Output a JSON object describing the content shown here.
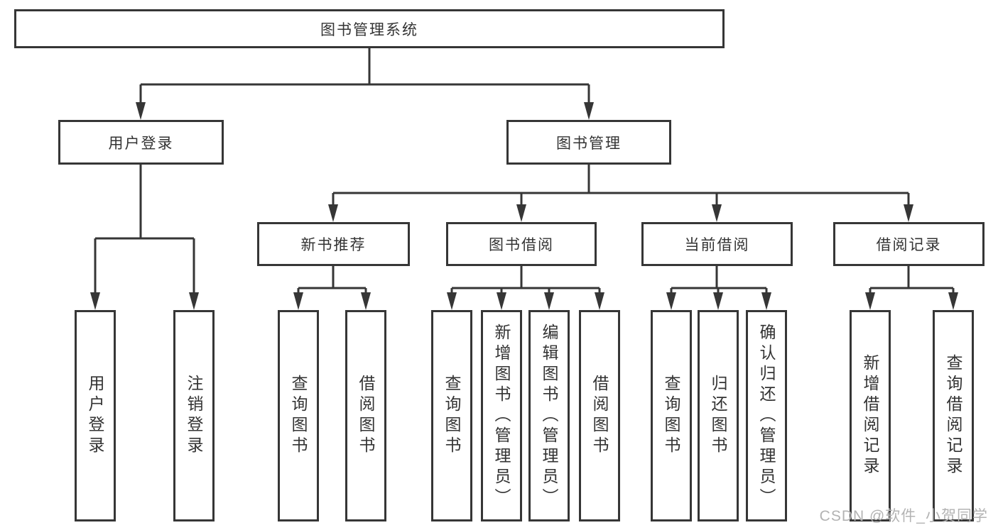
{
  "diagram": {
    "root": "图书管理系统",
    "level2": [
      "用户登录",
      "图书管理"
    ],
    "level3": [
      "新书推荐",
      "图书借阅",
      "当前借阅",
      "借阅记录"
    ],
    "leaves": {
      "user_login": [
        "用户登录",
        "注销登录"
      ],
      "new_books": [
        "查询图书",
        "借阅图书"
      ],
      "book_borrow": [
        "查询图书",
        "新增图书（管理员）",
        "编辑图书（管理员）",
        "借阅图书"
      ],
      "current_borrow": [
        "查询图书",
        "归还图书",
        "确认归还（管理员）"
      ],
      "borrow_records": [
        "新增借阅记录",
        "查询借阅记录"
      ]
    }
  },
  "watermark": "CSDN @软件_小贺同学",
  "colors": {
    "line": "#363636",
    "box_border": "#363636",
    "text": "#333333",
    "watermark": "#b3b3b3",
    "background": "#ffffff"
  }
}
